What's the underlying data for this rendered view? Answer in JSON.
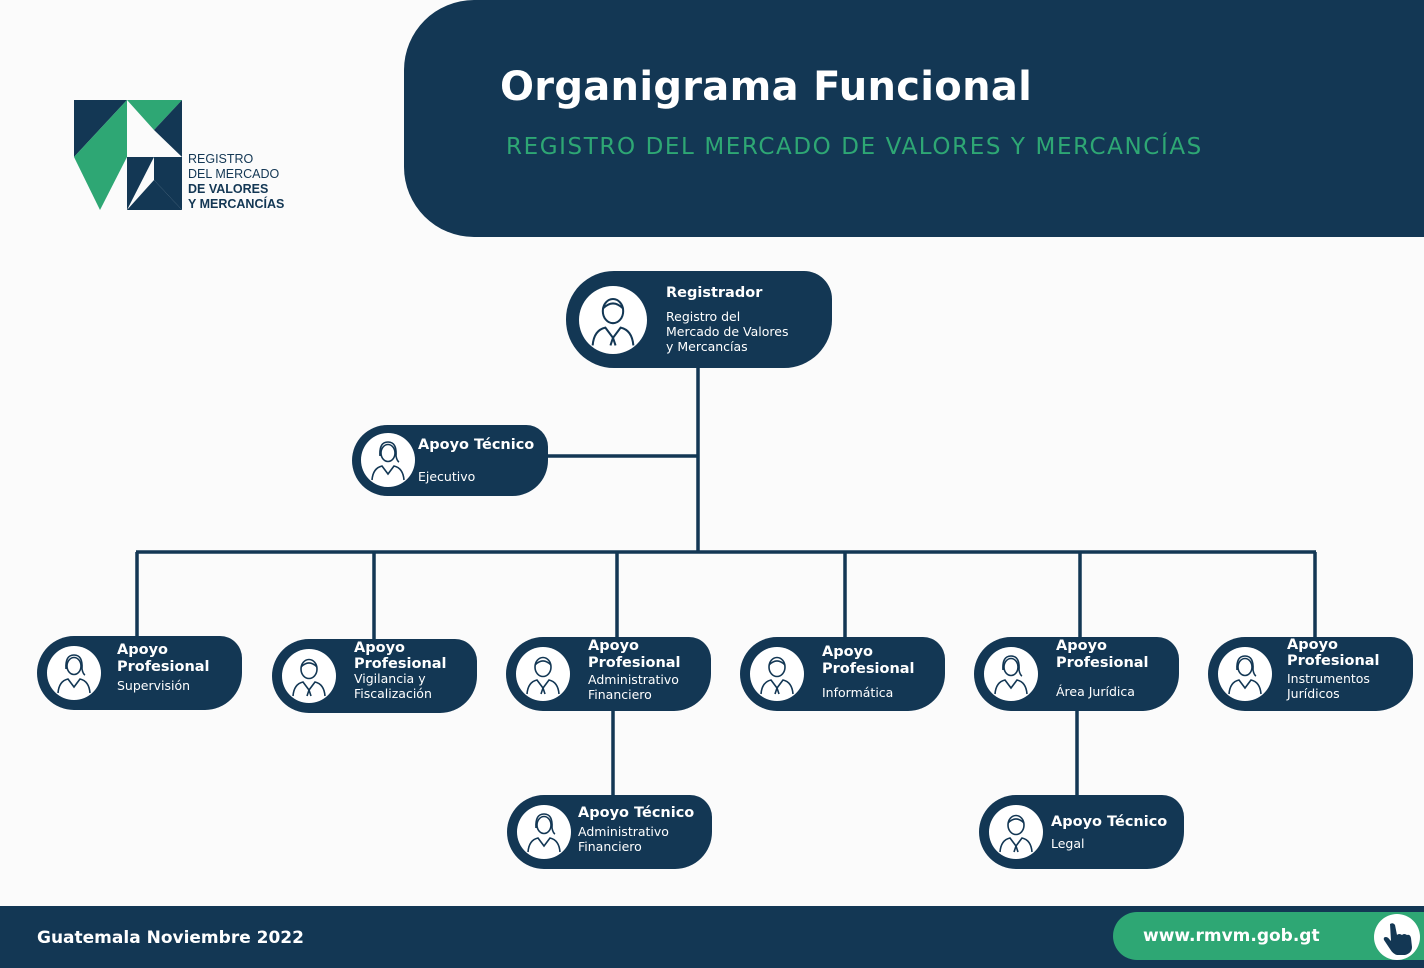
{
  "header": {
    "title": "Organigrama Funcional",
    "subtitle": "REGISTRO DEL MERCADO DE VALORES Y MERCANCÍAS"
  },
  "logo": {
    "line1": "REGISTRO",
    "line2": "DEL MERCADO",
    "line3": "DE VALORES",
    "line4": "Y MERCANCÍAS"
  },
  "nodes": {
    "registrador": {
      "title": "Registrador",
      "sub1": "Registro del",
      "sub2": "Mercado de Valores",
      "sub3": "y Mercancías",
      "icon": "man-icon"
    },
    "apoyo_tecnico_ejecutivo": {
      "title": "Apoyo Técnico",
      "sub1": "Ejecutivo",
      "icon": "woman-icon"
    },
    "supervision": {
      "title1": "Apoyo",
      "title2": "Profesional",
      "sub1": "Supervisión",
      "icon": "woman-icon"
    },
    "vigilancia": {
      "title1": "Apoyo",
      "title2": "Profesional",
      "sub1": "Vigilancia y",
      "sub2": "Fiscalización",
      "icon": "man-icon"
    },
    "administrativo": {
      "title1": "Apoyo",
      "title2": "Profesional",
      "sub1": "Administrativo",
      "sub2": "Financiero",
      "icon": "man-icon"
    },
    "informatica": {
      "title1": "Apoyo",
      "title2": "Profesional",
      "sub1": "Informática",
      "icon": "man-icon"
    },
    "juridica": {
      "title1": "Apoyo",
      "title2": "Profesional",
      "sub1": "Área Jurídica",
      "icon": "woman-icon"
    },
    "instrumentos": {
      "title1": "Apoyo",
      "title2": "Profesional",
      "sub1": "Instrumentos",
      "sub2": "Jurídicos",
      "icon": "woman-icon"
    },
    "tecnico_admin": {
      "title": "Apoyo Técnico",
      "sub1": "Administrativo",
      "sub2": "Financiero",
      "icon": "woman-icon"
    },
    "tecnico_legal": {
      "title": "Apoyo Técnico",
      "sub1": "Legal",
      "icon": "man-icon"
    }
  },
  "footer": {
    "date": "Guatemala Noviembre 2022",
    "website": "www.rmvm.gob.gt",
    "pointer_icon": "hand-pointer-icon"
  },
  "colors": {
    "navy": "#133754",
    "green": "#2ea774"
  }
}
